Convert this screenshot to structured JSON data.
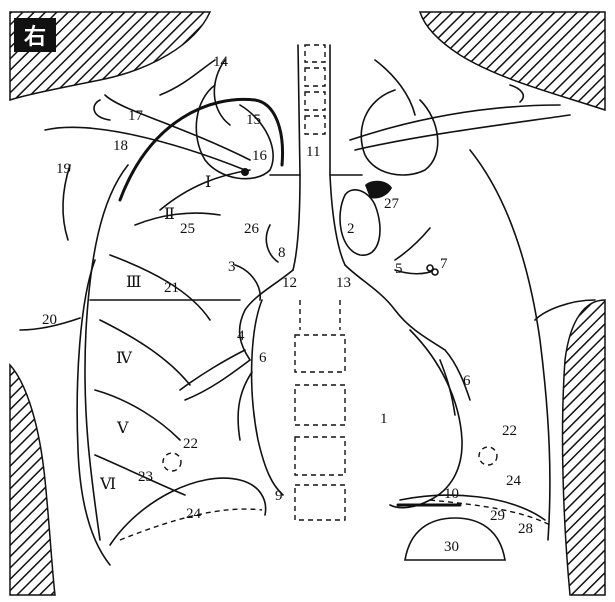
{
  "side_marker": "右",
  "labels": {
    "l1": "1",
    "l2": "2",
    "l3": "3",
    "l4": "4",
    "l5": "5",
    "l6a": "6",
    "l6b": "6",
    "l7": "7",
    "l8": "8",
    "l9": "9",
    "l10": "10",
    "l11": "11",
    "l12": "12",
    "l13": "13",
    "l14": "14",
    "l15": "15",
    "l16": "16",
    "l17": "17",
    "l18": "18",
    "l19": "19",
    "l20": "20",
    "l21": "21",
    "l22a": "22",
    "l22b": "22",
    "l23": "23",
    "l24a": "24",
    "l24b": "24",
    "l25": "25",
    "l26": "26",
    "l27": "27",
    "l28": "28",
    "l29": "29",
    "l30": "30"
  },
  "ribs": {
    "r1": "Ⅰ",
    "r2": "Ⅱ",
    "r3": "Ⅲ",
    "r4": "Ⅳ",
    "r5": "Ⅴ",
    "r6": "Ⅵ"
  },
  "colors": {
    "ink": "#111111",
    "paper": "#ffffff"
  }
}
